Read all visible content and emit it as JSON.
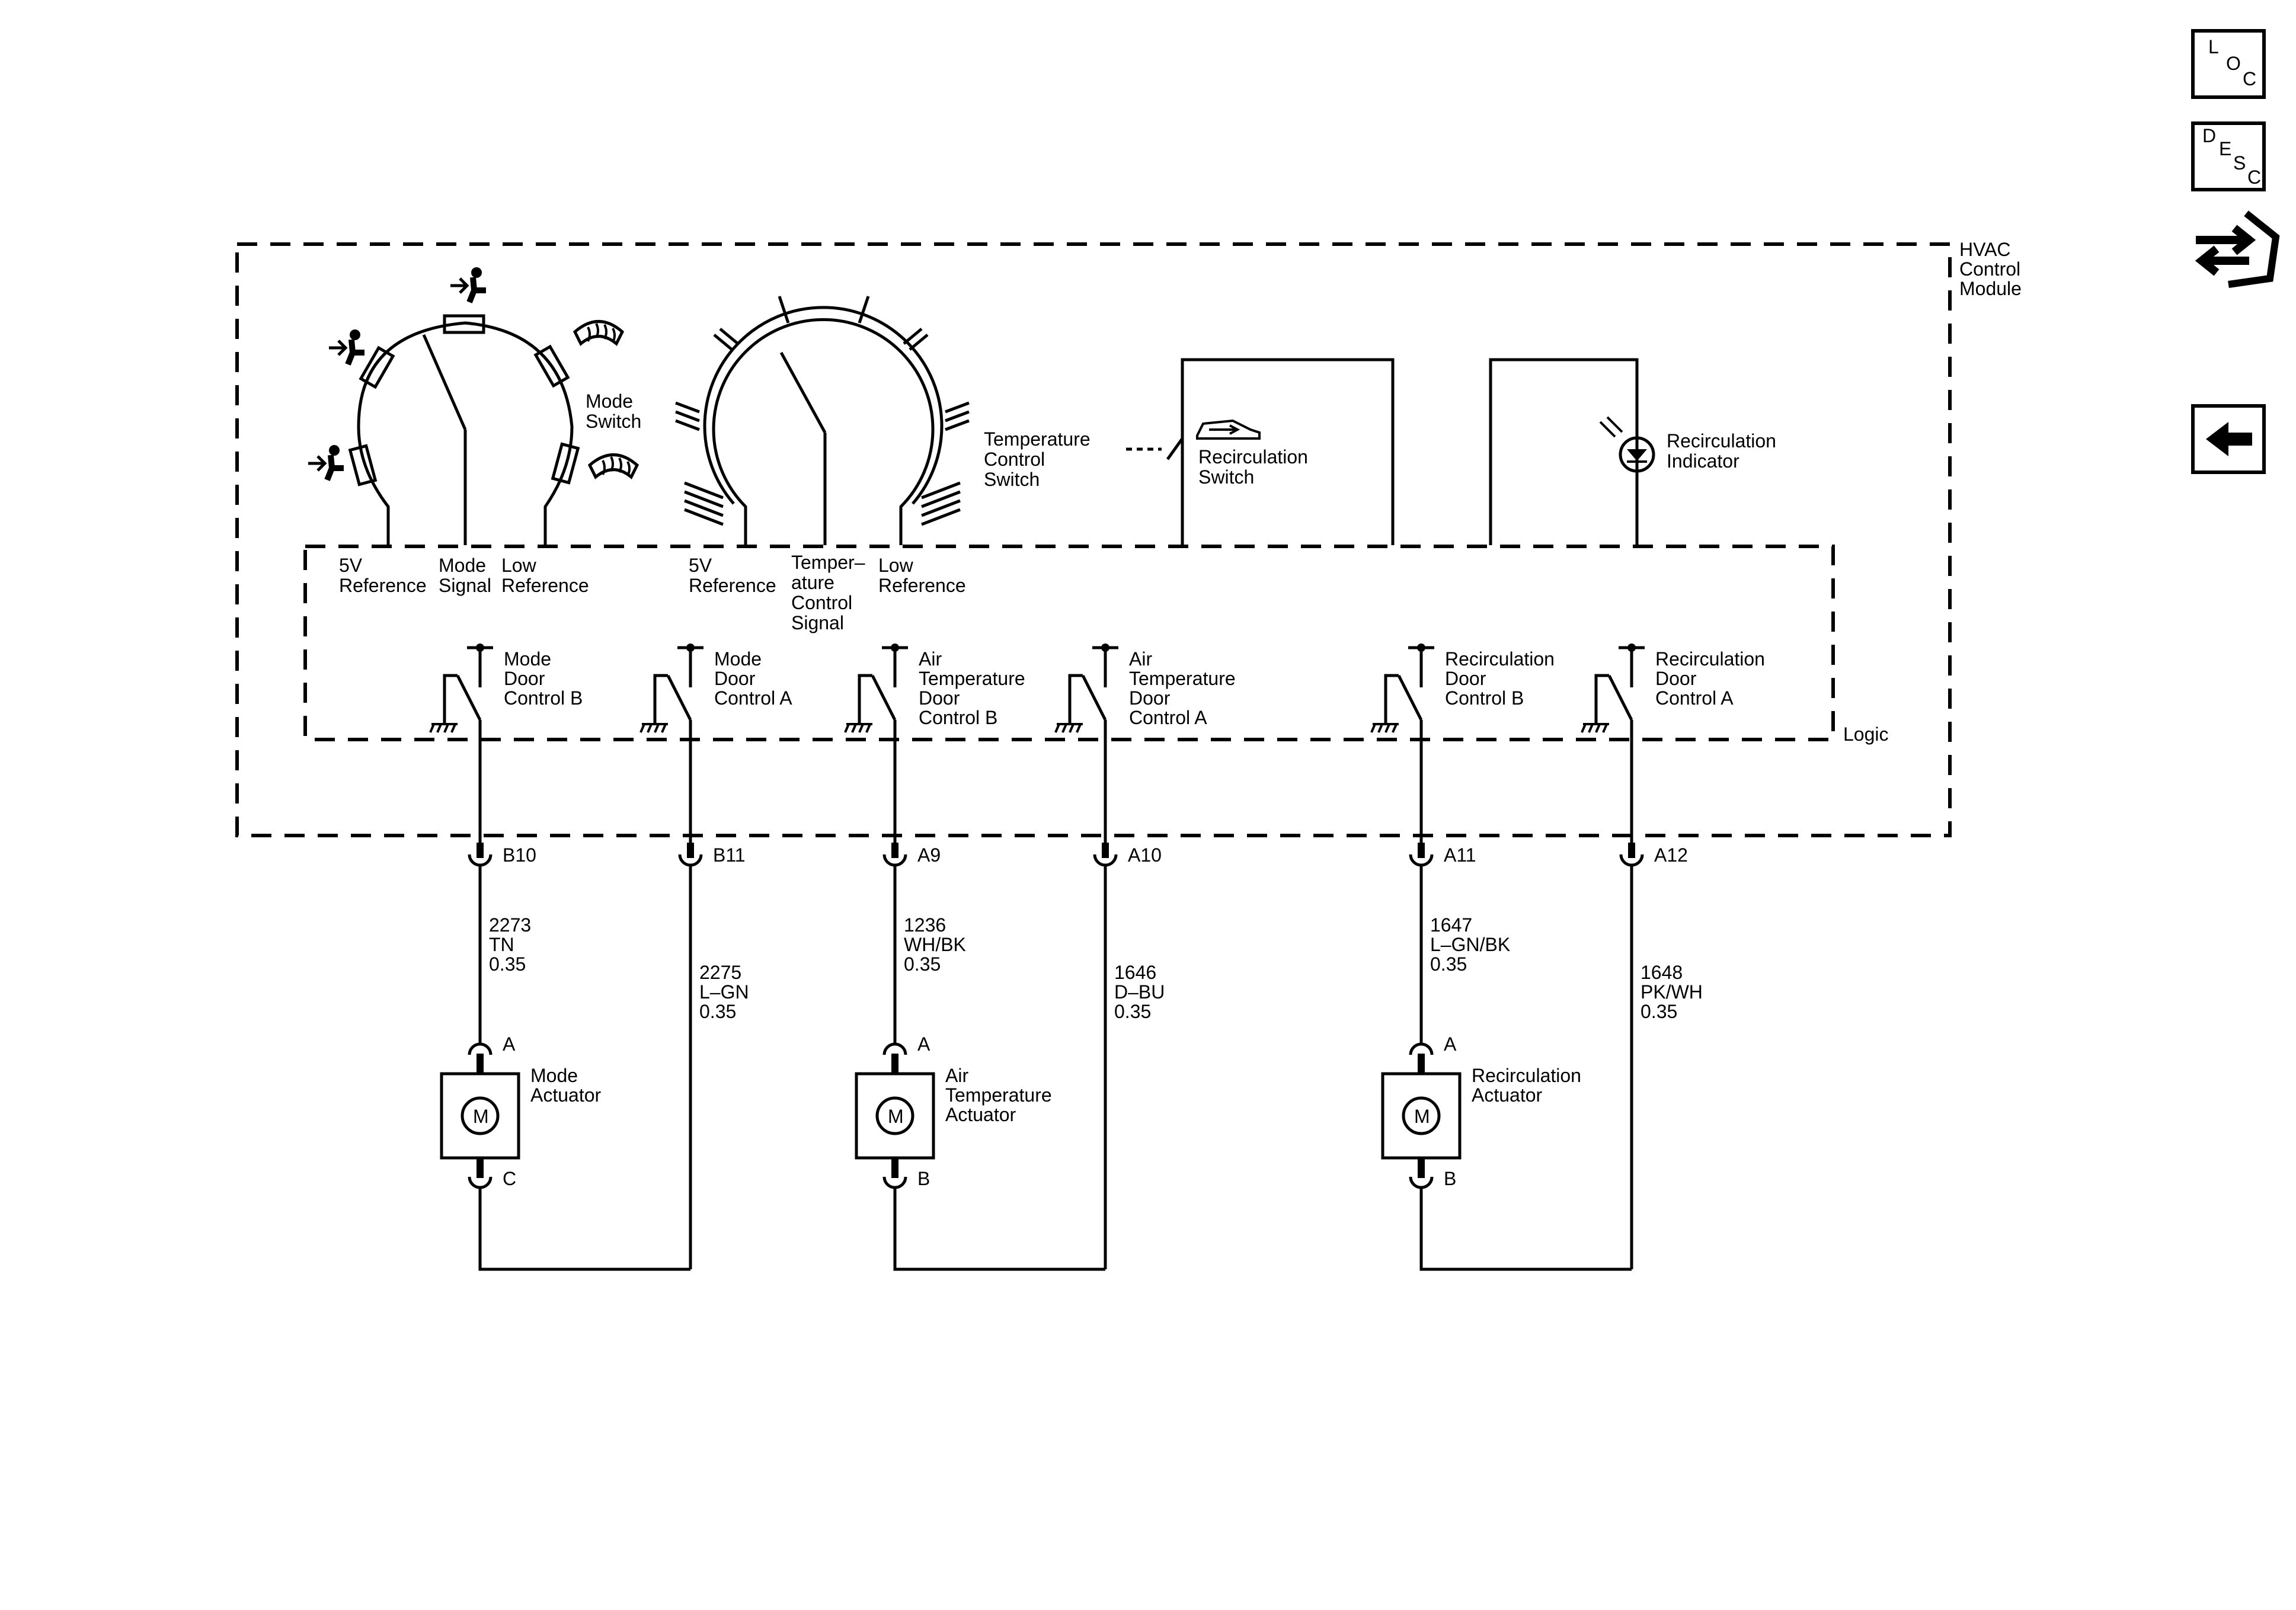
{
  "nav": {
    "loc": {
      "l1": "L",
      "l2": "O",
      "l3": "C"
    },
    "desc": {
      "l1": "D",
      "l2": "E",
      "l3": "S",
      "l4": "C"
    }
  },
  "module": {
    "line1": "HVAC",
    "line2": "Control",
    "line3": "Module"
  },
  "logic_label": "Logic",
  "mode_switch": {
    "line1": "Mode",
    "line2": "Switch"
  },
  "temp_switch": {
    "line1": "Temperature",
    "line2": "Control",
    "line3": "Switch"
  },
  "recirc_switch": {
    "line1": "Recirculation",
    "line2": "Switch"
  },
  "recirc_indicator": {
    "line1": "Recirculation",
    "line2": "Indicator"
  },
  "mode_terms": {
    "ref5v": {
      "line1": "5V",
      "line2": "Reference"
    },
    "signal": {
      "line1": "Mode",
      "line2": "Signal"
    },
    "low": {
      "line1": "Low",
      "line2": "Reference"
    }
  },
  "temp_terms": {
    "ref5v": {
      "line1": "5V",
      "line2": "Reference"
    },
    "signal": {
      "line1": "Temper–",
      "line2": "ature",
      "line3": "Control",
      "line4": "Signal"
    },
    "low": {
      "line1": "Low",
      "line2": "Reference"
    }
  },
  "drivers": [
    {
      "line1": "Mode",
      "line2": "Door",
      "line3": "Control B"
    },
    {
      "line1": "Mode",
      "line2": "Door",
      "line3": "Control A"
    },
    {
      "line1": "Air",
      "line2": "Temperature",
      "line3": "Door",
      "line4": "Control B"
    },
    {
      "line1": "Air",
      "line2": "Temperature",
      "line3": "Door",
      "line4": "Control A"
    },
    {
      "line1": "Recirculation",
      "line2": "Door",
      "line3": "Control B"
    },
    {
      "line1": "Recirculation",
      "line2": "Door",
      "line3": "Control A"
    }
  ],
  "pins": [
    "B10",
    "B11",
    "A9",
    "A10",
    "A11",
    "A12"
  ],
  "wires": [
    {
      "circuit": "2273",
      "color": "TN",
      "gauge": "0.35"
    },
    {
      "circuit": "2275",
      "color": "L–GN",
      "gauge": "0.35"
    },
    {
      "circuit": "1236",
      "color": "WH/BK",
      "gauge": "0.35"
    },
    {
      "circuit": "1646",
      "color": "D–BU",
      "gauge": "0.35"
    },
    {
      "circuit": "1647",
      "color": "L–GN/BK",
      "gauge": "0.35"
    },
    {
      "circuit": "1648",
      "color": "PK/WH",
      "gauge": "0.35"
    }
  ],
  "actuators": [
    {
      "line1": "Mode",
      "line2": "Actuator",
      "line3": "",
      "top_pin": "A",
      "bottom_pin": "C",
      "motor": "M"
    },
    {
      "line1": "Air",
      "line2": "Temperature",
      "line3": "Actuator",
      "top_pin": "A",
      "bottom_pin": "B",
      "motor": "M"
    },
    {
      "line1": "Recirculation",
      "line2": "Actuator",
      "line3": "",
      "top_pin": "A",
      "bottom_pin": "B",
      "motor": "M"
    }
  ],
  "icons": [
    "loc-icon",
    "desc-icon",
    "wrench-arrows-icon",
    "back-arrow-icon",
    "vent-icon",
    "defrost-icon",
    "recirculation-car-icon",
    "led-icon",
    "ground-icon",
    "motor-icon"
  ]
}
